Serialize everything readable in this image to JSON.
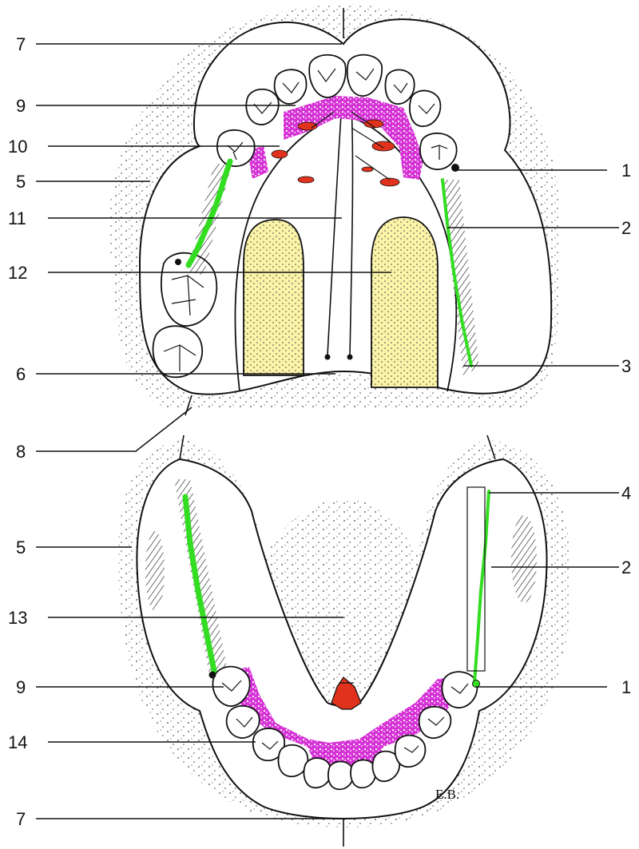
{
  "labels": {
    "left": [
      {
        "id": "l7a",
        "text": "7"
      },
      {
        "id": "l9a",
        "text": "9"
      },
      {
        "id": "l10",
        "text": "10"
      },
      {
        "id": "l5a",
        "text": "5"
      },
      {
        "id": "l11",
        "text": "11"
      },
      {
        "id": "l12",
        "text": "12"
      },
      {
        "id": "l6",
        "text": "6"
      },
      {
        "id": "l8",
        "text": "8"
      },
      {
        "id": "l5b",
        "text": "5"
      },
      {
        "id": "l13",
        "text": "13"
      },
      {
        "id": "l9b",
        "text": "9"
      },
      {
        "id": "l14",
        "text": "14"
      },
      {
        "id": "l7b",
        "text": "7"
      }
    ],
    "right": [
      {
        "id": "r1a",
        "text": "1"
      },
      {
        "id": "r2a",
        "text": "2"
      },
      {
        "id": "r3",
        "text": "3"
      },
      {
        "id": "r4",
        "text": "4"
      },
      {
        "id": "r2b",
        "text": "2"
      },
      {
        "id": "r1b",
        "text": "1"
      }
    ]
  },
  "signature": "E.B.",
  "colors": {
    "outline": "#111111",
    "bone_graft_magenta": "#d633d6",
    "suture_green": "#33dd22",
    "palatine_yellow": "#fbf3a8",
    "red_mark": "#e0321c",
    "tooth_fill": "#ffffff"
  }
}
